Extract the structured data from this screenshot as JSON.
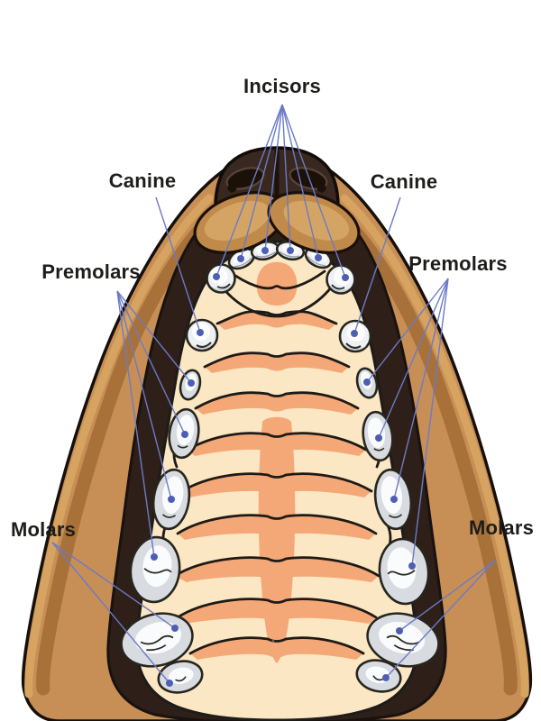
{
  "labels": {
    "incisors": "Incisors",
    "canine_left": "Canine",
    "canine_right": "Canine",
    "premolars_left": "Premolars",
    "premolars_right": "Premolars",
    "molars_left": "Molars",
    "molars_right": "Molars"
  },
  "teeth_shown": {
    "incisors": 6,
    "canines": 2,
    "premolars": 8,
    "molars": 4
  },
  "colors": {
    "background": "#ffffff",
    "label_text": "#1d1d1b",
    "leader_line": "#6b7ac6",
    "leader_dot": "#4d5fb4",
    "muzzle_tan": "#c78f55",
    "muzzle_tan_dark": "#a9713a",
    "muzzle_tan_light": "#d6a361",
    "nose_brown": "#39281f",
    "nostril_dark": "#1c1108",
    "inner_mouth_brown": "#2e1f18",
    "palate_cream": "#fbe7c3",
    "ridge_peach": "#f4a878",
    "tooth_gray": "#d8dbe0",
    "tooth_white": "#fafbfc",
    "outline_black": "#16100c"
  }
}
